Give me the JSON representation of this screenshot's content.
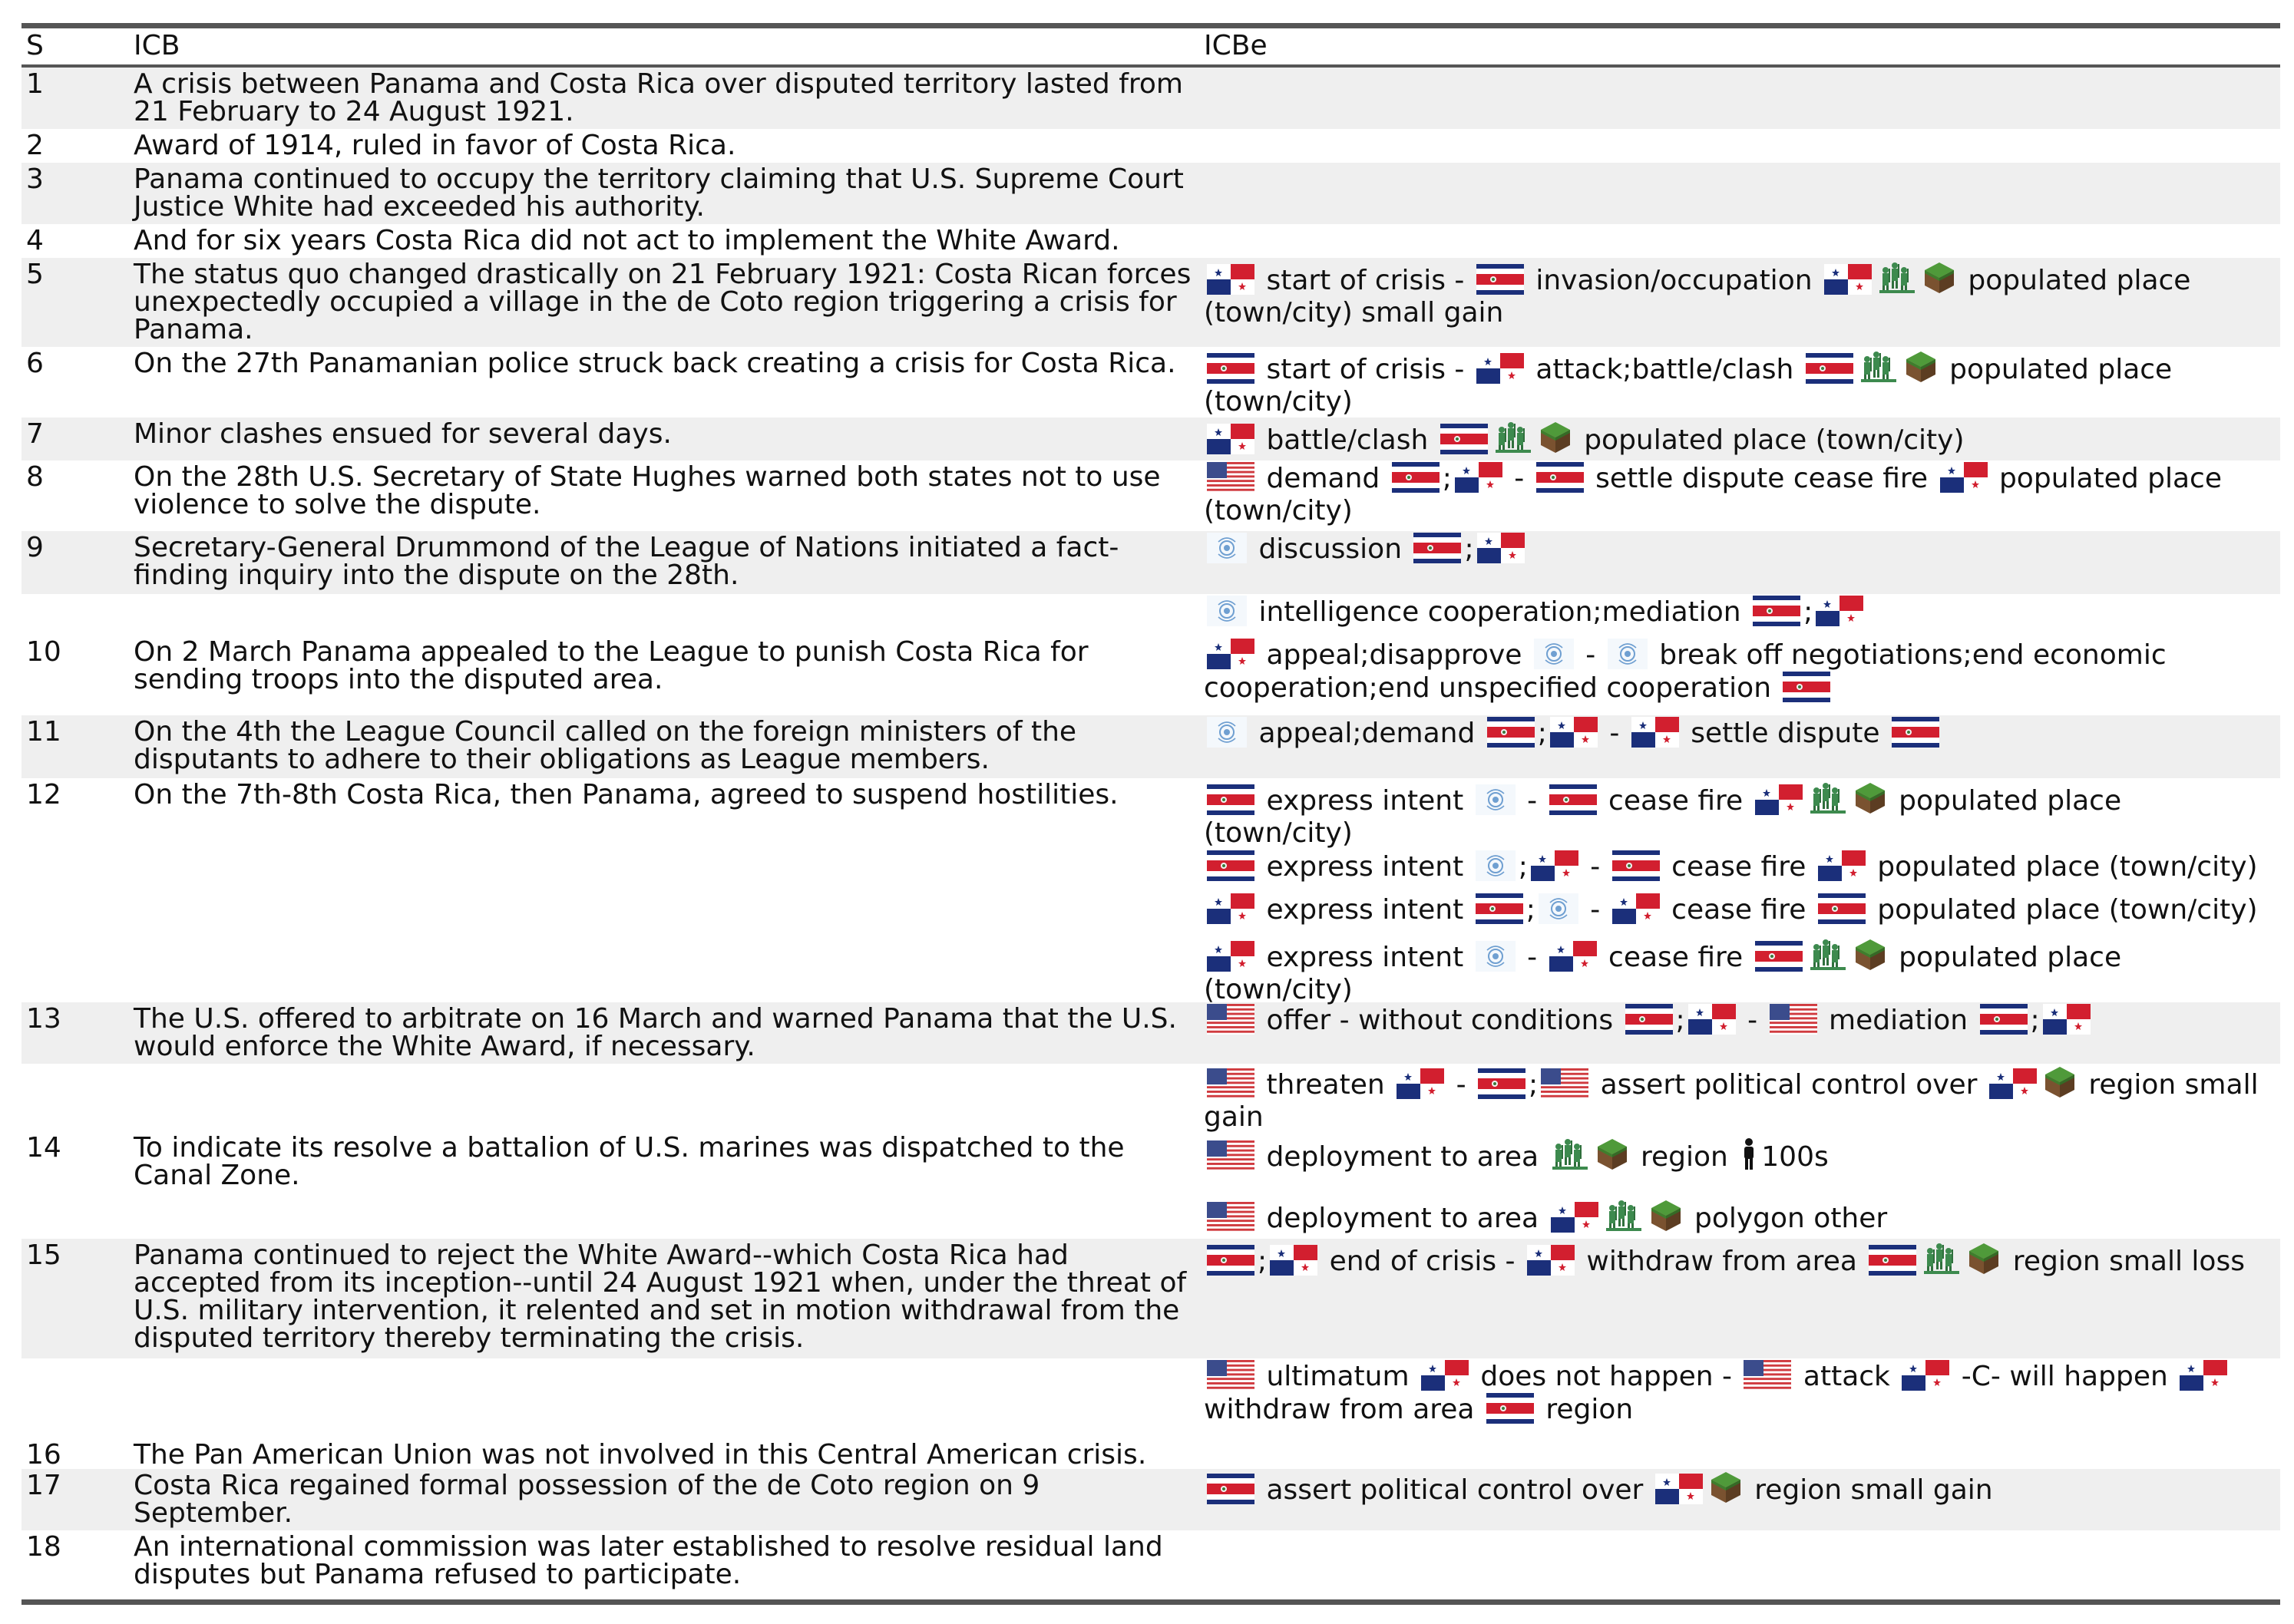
{
  "headers": {
    "s": "S",
    "icb": "ICB",
    "icbe": "ICBe"
  },
  "rows": [
    {
      "n": "1",
      "text": "A crisis between Panama and Costa Rica over disputed territory lasted from\n21 February to 24 August 1921."
    },
    {
      "n": "2",
      "text": "Award of 1914, ruled in favor of Costa Rica."
    },
    {
      "n": "3",
      "text": "Panama continued to occupy the territory claiming that U.S. Supreme Court\nJustice White had exceeded his authority."
    },
    {
      "n": "4",
      "text": "And for six years Costa Rica did not act to implement the White Award."
    },
    {
      "n": "5",
      "text": "The status quo changed drastically on 21 February 1921: Costa Rican forces\nunexpectedly occupied a village in the de Coto region triggering a crisis for\nPanama."
    },
    {
      "n": "6",
      "text": "On the 27th Panamanian police struck back creating a crisis for Costa Rica."
    },
    {
      "n": "7",
      "text": "Minor clashes ensued for several days."
    },
    {
      "n": "8",
      "text": "On the 28th U.S. Secretary of State Hughes warned both states not to use\nviolence to solve the dispute."
    },
    {
      "n": "9",
      "text": "Secretary-General Drummond of the League of Nations initiated a fact-\nfinding inquiry into the dispute on the 28th."
    },
    {
      "n": "10",
      "text": "On 2 March Panama appealed to the League to punish Costa Rica for\nsending troops into the disputed area."
    },
    {
      "n": "11",
      "text": "On the 4th the League Council called on the foreign ministers of the\ndisputants to adhere to their obligations as League members."
    },
    {
      "n": "12",
      "text": "On the 7th-8th Costa Rica, then Panama, agreed to suspend hostilities."
    },
    {
      "n": "13",
      "text": "The U.S. offered to arbitrate on 16 March and warned Panama that the U.S.\nwould enforce the White Award, if necessary."
    },
    {
      "n": "14",
      "text": "To indicate its resolve a battalion of U.S. marines was dispatched to the\nCanal Zone."
    },
    {
      "n": "15",
      "text": "Panama continued to reject the White Award--which Costa Rica had\naccepted from its inception--until 24 August 1921 when, under the threat of\nU.S. military intervention, it relented and set in motion withdrawal from the\ndisputed territory thereby terminating the crisis."
    },
    {
      "n": "16",
      "text": "The Pan American Union was not involved in this Central American crisis."
    },
    {
      "n": "17",
      "text": "Costa Rica regained formal possession of the de Coto region on 9\nSeptember."
    },
    {
      "n": "18",
      "text": "An international commission was later established to resolve residual land\ndisputes but Panama refused to participate."
    }
  ],
  "events": [
    {
      "id": "e5",
      "tokens": [
        {
          "i": "pa"
        },
        {
          "t": " start of crisis - "
        },
        {
          "i": "cr"
        },
        {
          "t": " invasion/occupation "
        },
        {
          "i": "pa"
        },
        {
          "i": "soldiers"
        },
        {
          "i": "cube"
        },
        {
          "t": " populated place (town/city) small gain"
        }
      ]
    },
    {
      "id": "e6",
      "tokens": [
        {
          "i": "cr"
        },
        {
          "t": " start of crisis - "
        },
        {
          "i": "pa"
        },
        {
          "t": " attack;battle/clash "
        },
        {
          "i": "cr"
        },
        {
          "i": "soldiers"
        },
        {
          "i": "cube"
        },
        {
          "t": " populated place (town/city)"
        }
      ]
    },
    {
      "id": "e7",
      "tokens": [
        {
          "i": "pa"
        },
        {
          "t": " battle/clash "
        },
        {
          "i": "cr"
        },
        {
          "i": "soldiers"
        },
        {
          "i": "cube"
        },
        {
          "t": " populated place (town/city)"
        }
      ]
    },
    {
      "id": "e8",
      "tokens": [
        {
          "i": "us"
        },
        {
          "t": " demand "
        },
        {
          "i": "cr"
        },
        {
          "t": ";"
        },
        {
          "i": "pa"
        },
        {
          "t": " - "
        },
        {
          "i": "cr"
        },
        {
          "t": " settle dispute cease fire "
        },
        {
          "i": "pa"
        },
        {
          "t": " populated place (town/city)"
        }
      ]
    },
    {
      "id": "e9",
      "tokens": [
        {
          "i": "un"
        },
        {
          "t": " discussion "
        },
        {
          "i": "cr"
        },
        {
          "t": ";"
        },
        {
          "i": "pa"
        }
      ]
    },
    {
      "id": "e10a",
      "tokens": [
        {
          "i": "un"
        },
        {
          "t": " intelligence cooperation;mediation "
        },
        {
          "i": "cr"
        },
        {
          "t": ";"
        },
        {
          "i": "pa"
        }
      ]
    },
    {
      "id": "e10b",
      "tokens": [
        {
          "i": "pa"
        },
        {
          "t": " appeal;disapprove "
        },
        {
          "i": "un"
        },
        {
          "t": " - "
        },
        {
          "i": "un"
        },
        {
          "t": " break off negotiations;end economic cooperation;end unspecified cooperation "
        },
        {
          "i": "cr"
        }
      ]
    },
    {
      "id": "e11",
      "tokens": [
        {
          "i": "un"
        },
        {
          "t": " appeal;demand "
        },
        {
          "i": "cr"
        },
        {
          "t": ";"
        },
        {
          "i": "pa"
        },
        {
          "t": " - "
        },
        {
          "i": "pa"
        },
        {
          "t": " settle dispute "
        },
        {
          "i": "cr"
        }
      ]
    },
    {
      "id": "e12a",
      "tokens": [
        {
          "i": "cr"
        },
        {
          "t": " express intent "
        },
        {
          "i": "un"
        },
        {
          "t": " - "
        },
        {
          "i": "cr"
        },
        {
          "t": " cease fire "
        },
        {
          "i": "pa"
        },
        {
          "i": "soldiers"
        },
        {
          "i": "cube"
        },
        {
          "t": " populated place (town/city)"
        }
      ]
    },
    {
      "id": "e12b",
      "tokens": [
        {
          "i": "cr"
        },
        {
          "t": " express intent "
        },
        {
          "i": "un"
        },
        {
          "t": ";"
        },
        {
          "i": "pa"
        },
        {
          "t": " - "
        },
        {
          "i": "cr"
        },
        {
          "t": " cease fire "
        },
        {
          "i": "pa"
        },
        {
          "t": " populated place (town/city)"
        }
      ]
    },
    {
      "id": "e12c",
      "tokens": [
        {
          "i": "pa"
        },
        {
          "t": " express intent "
        },
        {
          "i": "cr"
        },
        {
          "t": ";"
        },
        {
          "i": "un"
        },
        {
          "t": " - "
        },
        {
          "i": "pa"
        },
        {
          "t": " cease fire "
        },
        {
          "i": "cr"
        },
        {
          "t": " populated place (town/city)"
        }
      ]
    },
    {
      "id": "e12d",
      "tokens": [
        {
          "i": "pa"
        },
        {
          "t": " express intent "
        },
        {
          "i": "un"
        },
        {
          "t": " - "
        },
        {
          "i": "pa"
        },
        {
          "t": " cease fire "
        },
        {
          "i": "cr"
        },
        {
          "i": "soldiers"
        },
        {
          "i": "cube"
        },
        {
          "t": " populated place (town/city)"
        }
      ]
    },
    {
      "id": "e13",
      "tokens": [
        {
          "i": "us"
        },
        {
          "t": " offer - without conditions "
        },
        {
          "i": "cr"
        },
        {
          "t": ";"
        },
        {
          "i": "pa"
        },
        {
          "t": " - "
        },
        {
          "i": "us"
        },
        {
          "t": " mediation "
        },
        {
          "i": "cr"
        },
        {
          "t": ";"
        },
        {
          "i": "pa"
        }
      ]
    },
    {
      "id": "e14a",
      "tokens": [
        {
          "i": "us"
        },
        {
          "t": " threaten "
        },
        {
          "i": "pa"
        },
        {
          "t": " - "
        },
        {
          "i": "cr"
        },
        {
          "t": ";"
        },
        {
          "i": "us"
        },
        {
          "t": " assert political control over "
        },
        {
          "i": "pa"
        },
        {
          "i": "cube"
        },
        {
          "t": " region small gain"
        }
      ]
    },
    {
      "id": "e14b",
      "tokens": [
        {
          "i": "us"
        },
        {
          "t": " deployment to area "
        },
        {
          "i": "soldiers"
        },
        {
          "i": "cube"
        },
        {
          "t": " region "
        },
        {
          "i": "person"
        },
        {
          "t": "100s"
        }
      ]
    },
    {
      "id": "e14c",
      "tokens": [
        {
          "i": "us"
        },
        {
          "t": " deployment to area "
        },
        {
          "i": "pa"
        },
        {
          "i": "soldiers"
        },
        {
          "i": "cube"
        },
        {
          "t": " polygon other"
        }
      ]
    },
    {
      "id": "e15a",
      "tokens": [
        {
          "i": "cr"
        },
        {
          "t": ";"
        },
        {
          "i": "pa"
        },
        {
          "t": " end of crisis - "
        },
        {
          "i": "pa"
        },
        {
          "t": " withdraw from area "
        },
        {
          "i": "cr"
        },
        {
          "i": "soldiers"
        },
        {
          "i": "cube"
        },
        {
          "t": " region small loss"
        }
      ]
    },
    {
      "id": "e15b",
      "tokens": [
        {
          "i": "us"
        },
        {
          "t": " ultimatum "
        },
        {
          "i": "pa"
        },
        {
          "t": " does not happen - "
        },
        {
          "i": "us"
        },
        {
          "t": " attack "
        },
        {
          "i": "pa"
        },
        {
          "t": " -C- will happen "
        },
        {
          "i": "pa"
        },
        {
          "t": " withdraw from area "
        },
        {
          "i": "cr"
        },
        {
          "t": " region"
        }
      ]
    },
    {
      "id": "e17",
      "tokens": [
        {
          "i": "cr"
        },
        {
          "t": " assert political control over "
        },
        {
          "i": "pa"
        },
        {
          "i": "cube"
        },
        {
          "t": " region small gain"
        }
      ]
    }
  ]
}
